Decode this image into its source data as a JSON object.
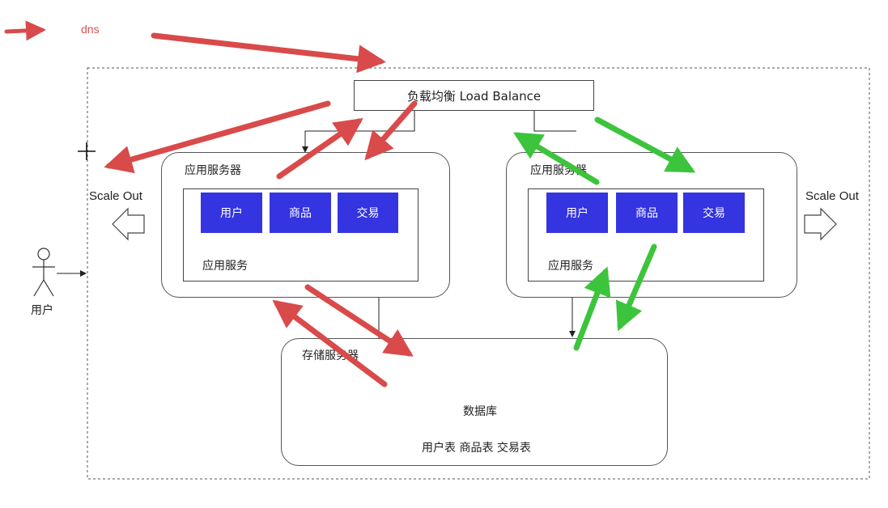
{
  "legend": {
    "dns_label": "dns"
  },
  "load_balancer": {
    "label": "负载均衡 Load Balance"
  },
  "app_servers": [
    {
      "title": "应用服务器",
      "service_label": "应用服务",
      "modules": [
        "用户",
        "商品",
        "交易"
      ]
    },
    {
      "title": "应用服务器",
      "service_label": "应用服务",
      "modules": [
        "用户",
        "商品",
        "交易"
      ]
    }
  ],
  "scale_out": {
    "left": "Scale Out",
    "right": "Scale Out"
  },
  "user": {
    "label": "用户"
  },
  "storage": {
    "title": "存储服务器",
    "db_label": "数据库",
    "tables_label": "用户表 商品表 交易表"
  },
  "colors": {
    "dns_arrow": "#d94a4a",
    "green_arrow": "#3cc43c",
    "module_fill": "#3434e0",
    "watermark": "#49c8f0"
  }
}
